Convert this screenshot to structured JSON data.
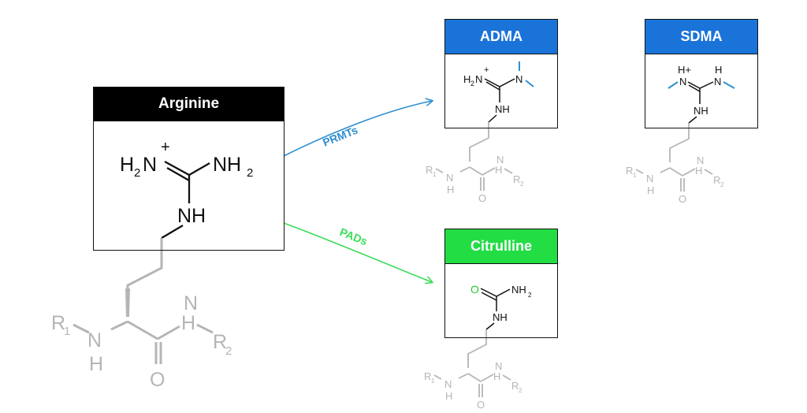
{
  "boxes": {
    "arginine": {
      "title": "Arginine",
      "header_color": "#000000"
    },
    "adma": {
      "title": "ADMA",
      "header_color": "#1a73d9"
    },
    "sdma": {
      "title": "SDMA",
      "header_color": "#1a73d9"
    },
    "citrulline": {
      "title": "Citrulline",
      "header_color": "#22dd44"
    }
  },
  "arrows": {
    "prmts": {
      "label": "PRMTs",
      "color": "#2f8fd0"
    },
    "pads": {
      "label": "PADs",
      "color": "#3ddc5a"
    }
  },
  "colors": {
    "bond": "#111111",
    "backbone": "#b5b5b5",
    "methyl": "#2f8fd0",
    "oxygen": "#22cc33"
  },
  "atoms": {
    "h2n_plus_H": "H",
    "h2n_plus_sub": "2",
    "h2n_plus_N": "N",
    "plus": "+",
    "nh2_N": "NH",
    "nh2_sub": "2",
    "nh": "NH",
    "n": "N",
    "h_plus": "H+",
    "h": "H",
    "o": "O",
    "r1_R": "R",
    "r1_sub": "1",
    "r2_R": "R",
    "r2_sub": "2"
  }
}
